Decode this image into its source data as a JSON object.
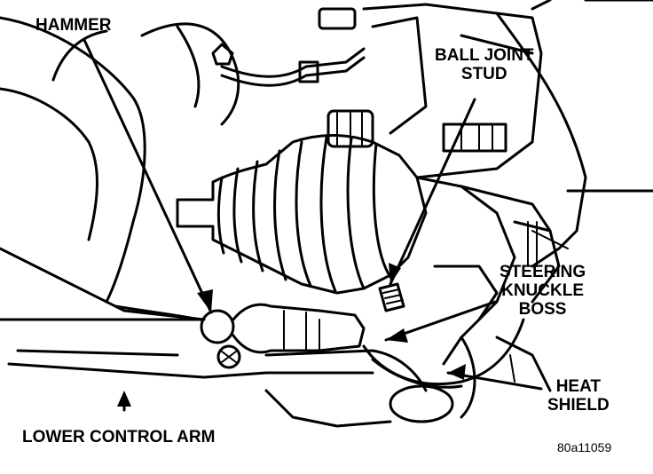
{
  "labels": {
    "hammer": "HAMMER",
    "ball_joint_stud": [
      "BALL JOINT",
      "STUD"
    ],
    "steering_knuckle_boss": [
      "STEERING",
      "KNUCKLE",
      "BOSS"
    ],
    "heat_shield": [
      "HEAT",
      "SHIELD"
    ],
    "lower_control_arm": "LOWER CONTROL ARM"
  },
  "figure_id": "80a11059",
  "colors": {
    "ink": "#000000",
    "paper": "#ffffff"
  }
}
